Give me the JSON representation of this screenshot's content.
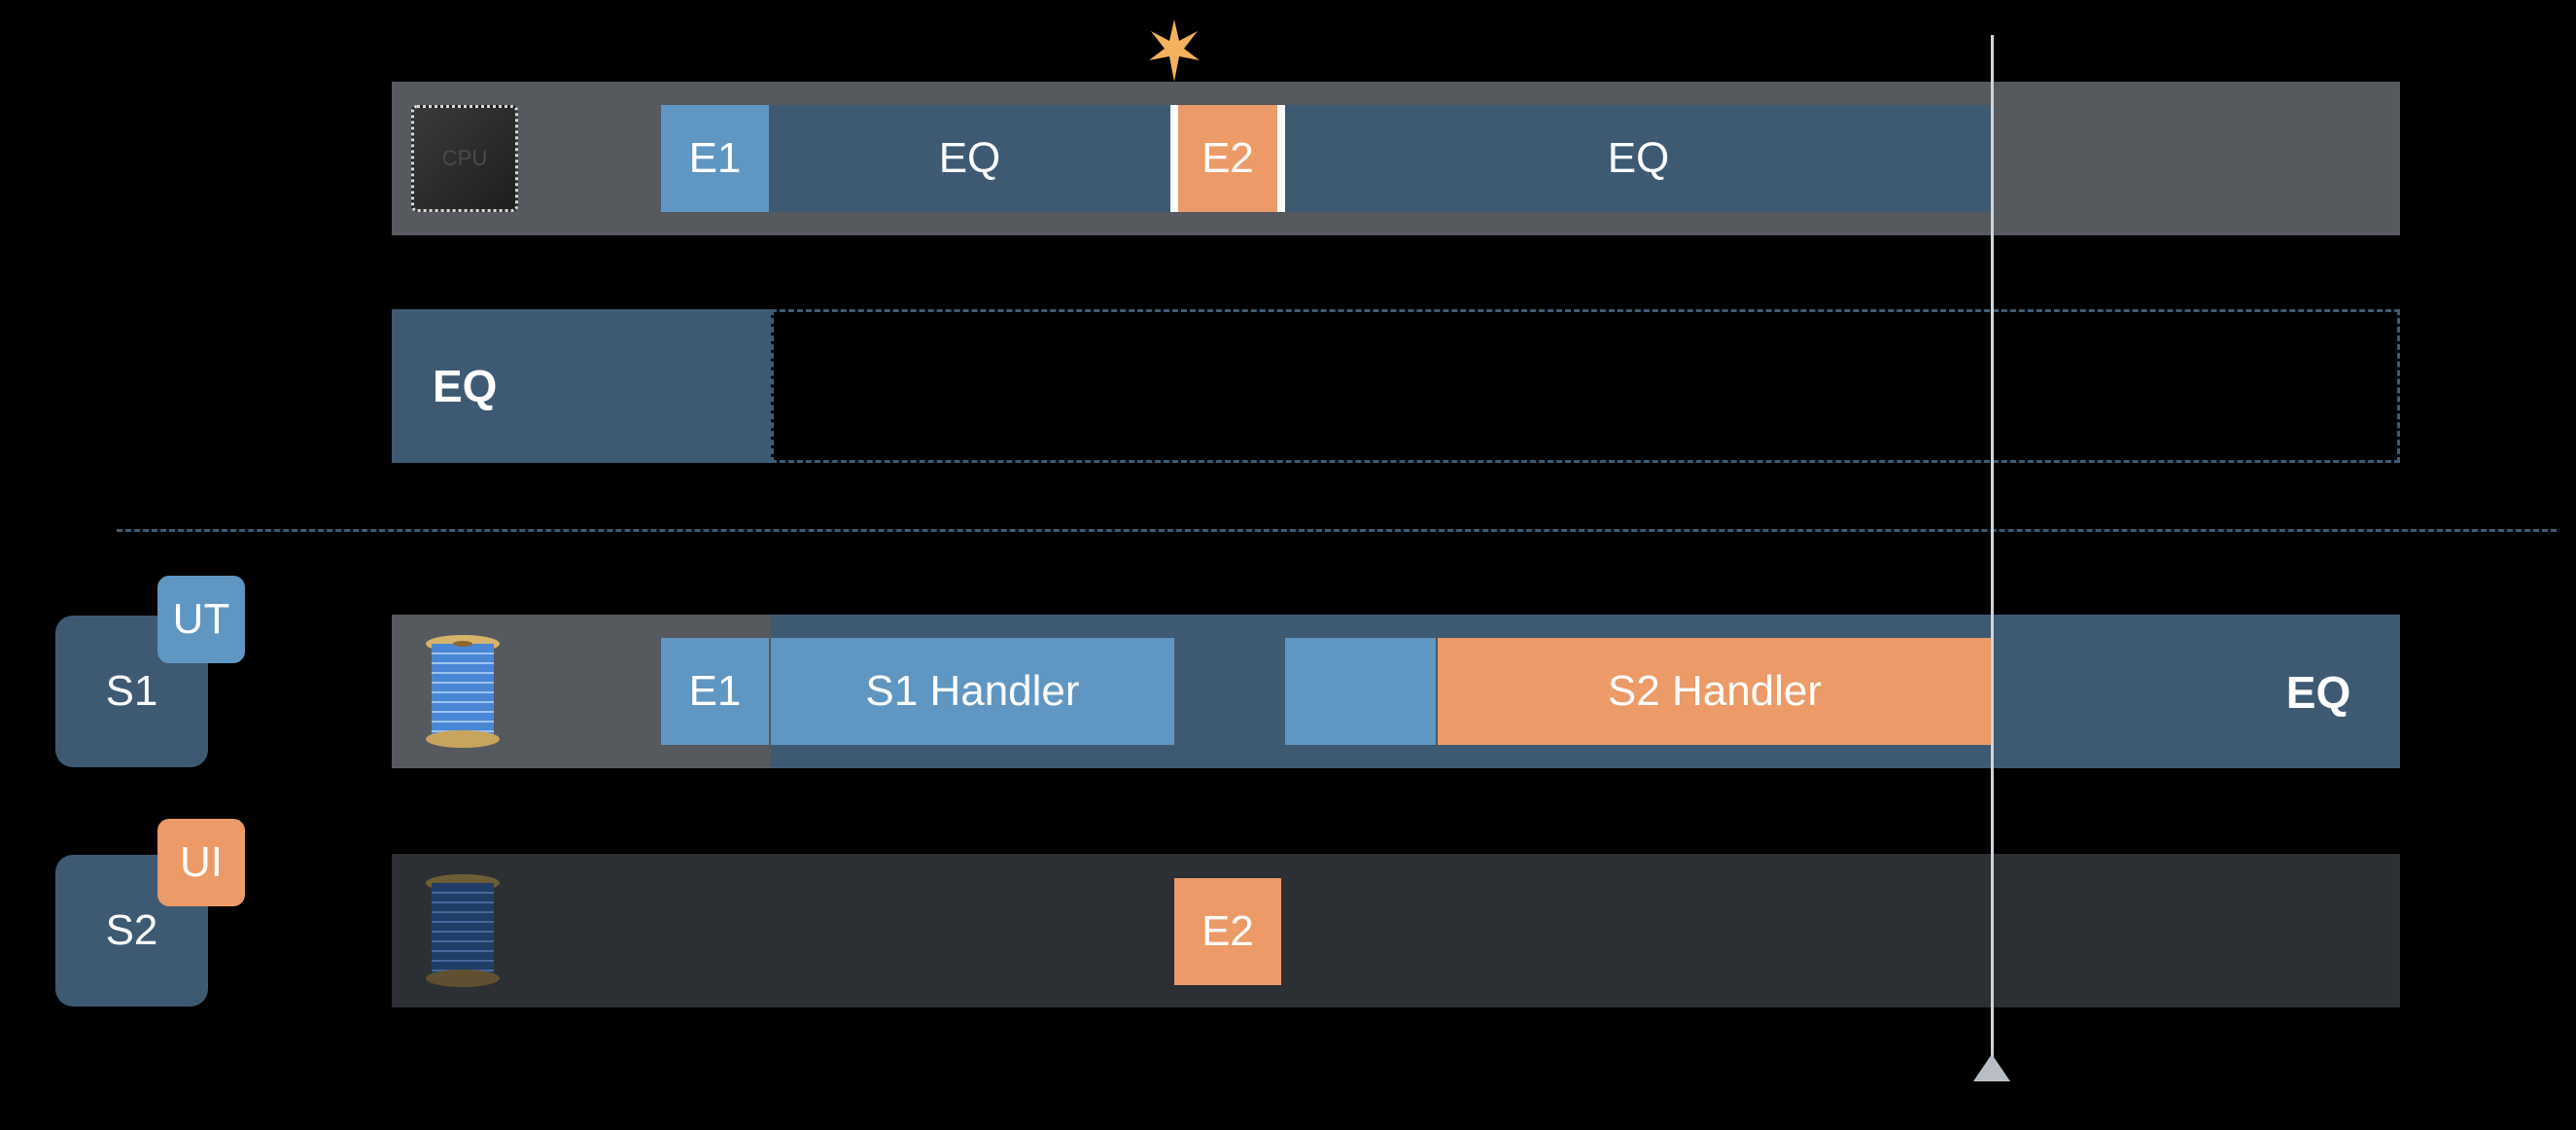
{
  "cpu_row": {
    "chip_label": "CPU",
    "e1": "E1",
    "eq_a": "EQ",
    "e2": "E2",
    "eq_b": "EQ"
  },
  "queue_row": {
    "label": "EQ"
  },
  "thread1_row": {
    "e1": "E1",
    "s1_handler": "S1 Handler",
    "s2_handler": "S2 Handler",
    "eq": "EQ"
  },
  "thread2_row": {
    "e2": "E2"
  },
  "sources": [
    {
      "name": "S1",
      "badge": "UT",
      "badge_color": "#6096c2"
    },
    {
      "name": "S2",
      "badge": "UI",
      "badge_color": "#ec9a67"
    }
  ],
  "colors": {
    "eq_blue": "#3e5a73",
    "event_blue": "#6096c2",
    "event_orange": "#ec9a67",
    "star": "#f4b25e"
  },
  "icons": [
    "cpu-chip-icon",
    "spool-icon",
    "star-icon",
    "playhead-triangle-icon"
  ]
}
